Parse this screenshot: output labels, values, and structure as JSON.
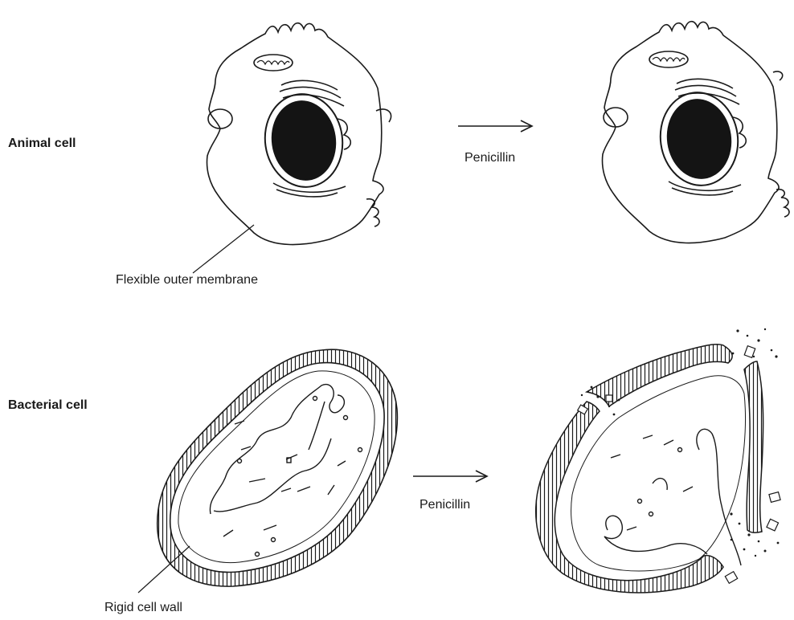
{
  "labels": {
    "animal_row": "Animal cell",
    "bacterial_row": "Bacterial cell",
    "arrow_top": "Penicillin",
    "arrow_bottom": "Penicillin",
    "membrane": "Flexible outer membrane",
    "cell_wall": "Rigid cell wall"
  },
  "colors": {
    "ink": "#1a1a1a",
    "nucleus": "#141414",
    "background": "#ffffff"
  }
}
